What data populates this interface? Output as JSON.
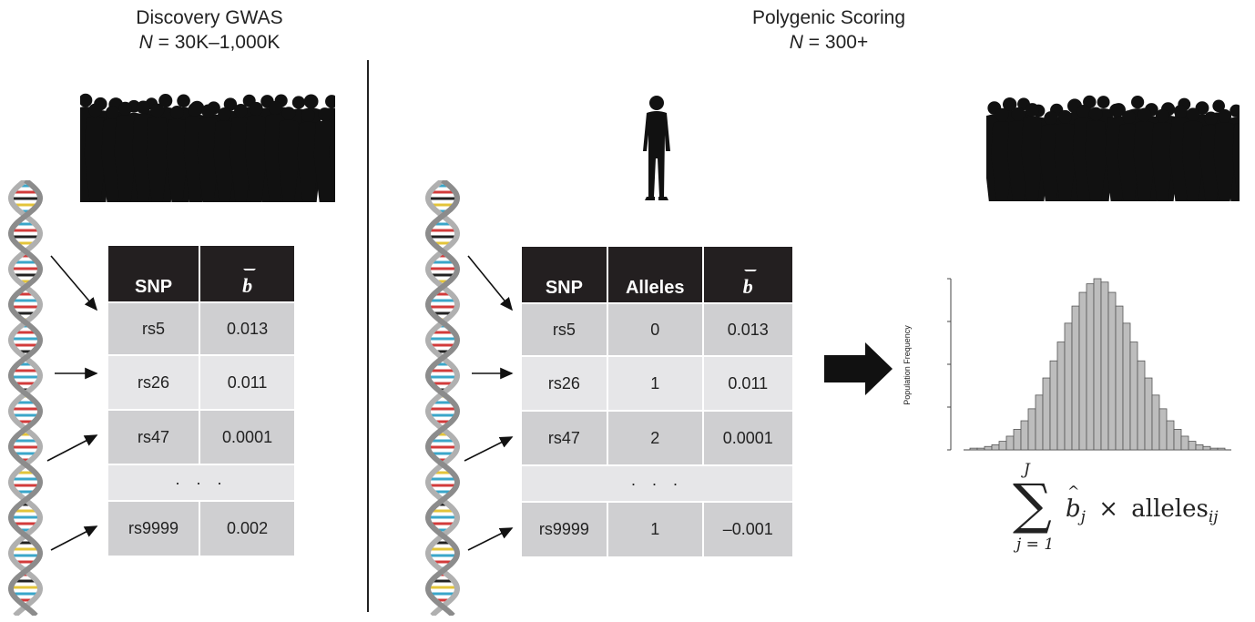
{
  "left_panel": {
    "title": "Discovery GWAS",
    "n_label": "N",
    "n_value": " = 30K–1,000K",
    "table": {
      "headers": [
        "SNP",
        "b"
      ],
      "rows": [
        [
          "rs5",
          "0.013"
        ],
        [
          "rs26",
          "0.011"
        ],
        [
          "rs47",
          "0.0001"
        ],
        [
          "· · ·",
          ""
        ],
        [
          "rs9999",
          "0.002"
        ]
      ]
    }
  },
  "right_panel": {
    "title": "Polygenic Scoring",
    "n_label": "N",
    "n_value": " = 300+",
    "table": {
      "headers": [
        "SNP",
        "Alleles",
        "b"
      ],
      "rows": [
        [
          "rs5",
          "0",
          "0.013"
        ],
        [
          "rs26",
          "1",
          "0.011"
        ],
        [
          "rs47",
          "2",
          "0.0001"
        ],
        [
          "· · ·",
          "",
          ""
        ],
        [
          "rs9999",
          "1",
          "–0.001"
        ]
      ]
    }
  },
  "histogram": {
    "y_axis_label": "Population Frequency",
    "relative_heights": [
      0.01,
      0.01,
      0.02,
      0.03,
      0.05,
      0.08,
      0.12,
      0.17,
      0.24,
      0.32,
      0.42,
      0.52,
      0.63,
      0.74,
      0.84,
      0.92,
      0.97,
      1.0,
      0.98,
      0.92,
      0.84,
      0.74,
      0.63,
      0.52,
      0.42,
      0.32,
      0.24,
      0.17,
      0.12,
      0.08,
      0.05,
      0.03,
      0.02,
      0.01,
      0.01
    ]
  },
  "formula": {
    "upper": "J",
    "lower": "j = 1",
    "term_b": "b",
    "term_b_sub": "j",
    "operator": "×",
    "term_alleles": "alleles",
    "term_alleles_sub": "ij"
  },
  "colors": {
    "header_bg": "#231f20",
    "row_dark": "#cfcfd1",
    "row_light": "#e6e6e8",
    "histogram_bar": "#bdbdbd",
    "dna_strand": "#b0b0b0"
  }
}
